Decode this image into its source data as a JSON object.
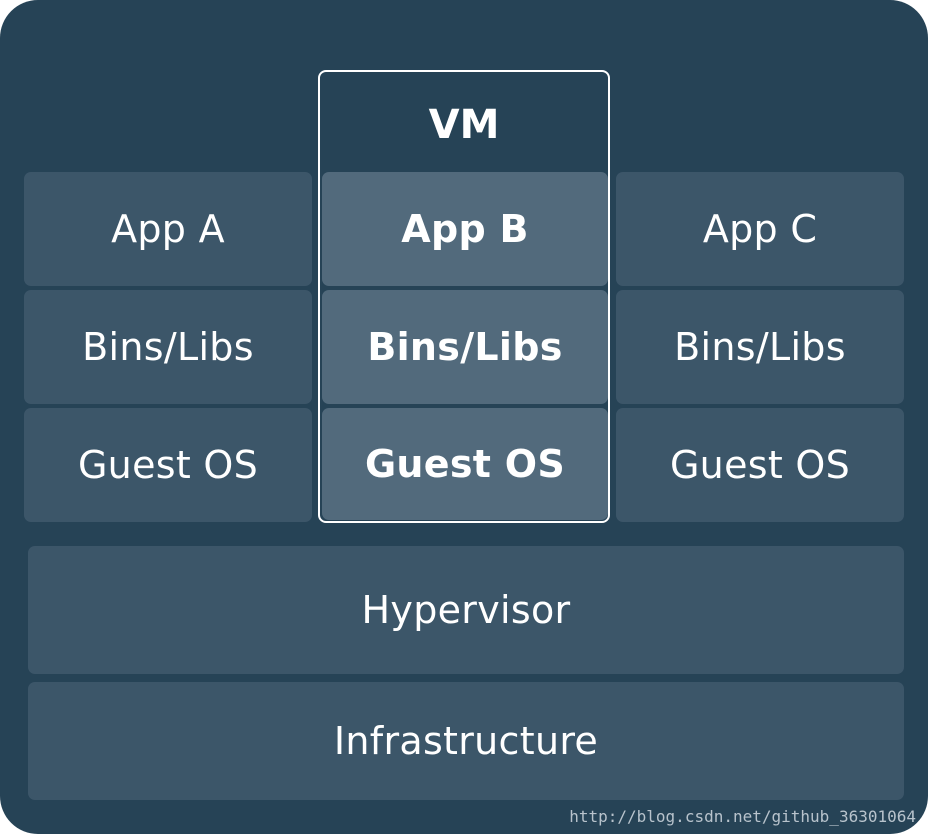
{
  "diagram": {
    "vm_label": "VM",
    "columns": [
      {
        "app": "App A",
        "bins": "Bins/Libs",
        "os": "Guest OS"
      },
      {
        "app": "App B",
        "bins": "Bins/Libs",
        "os": "Guest OS"
      },
      {
        "app": "App C",
        "bins": "Bins/Libs",
        "os": "Guest OS"
      }
    ],
    "hypervisor": "Hypervisor",
    "infrastructure": "Infrastructure"
  },
  "watermark": "http://blog.csdn.net/github_36301064",
  "colors": {
    "frame": "#264356",
    "block": "#3c5669",
    "highlight_block": "#526a7c",
    "text": "#ffffff"
  }
}
